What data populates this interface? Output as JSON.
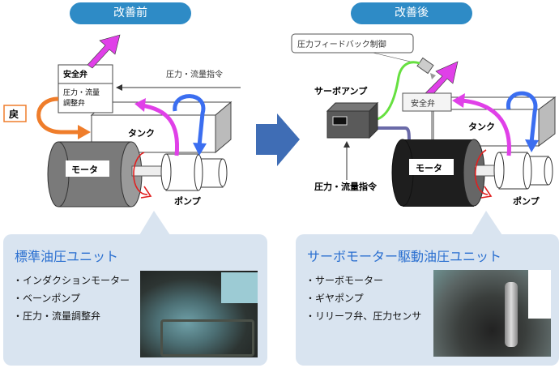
{
  "before": {
    "header": "改善前",
    "safety_valve": "安全弁",
    "regulator_line1": "圧力・流量",
    "regulator_line2": "調整弁",
    "command": "圧力・流量指令",
    "return_label": "戻",
    "tank": "タンク",
    "motor": "モータ",
    "pump": "ポンプ",
    "callout": {
      "title": "標準油圧ユニット",
      "items": [
        "・インダクションモーター",
        "・ベーンポンプ",
        "・圧力・流量調整弁"
      ]
    }
  },
  "after": {
    "header": "改善後",
    "feedback": "圧力フィードバック制御",
    "servo_amp": "サーボアンプ",
    "safety_valve": "安全弁",
    "command": "圧力・流量指令",
    "tank": "タンク",
    "motor": "モータ",
    "pump": "ポンプ",
    "callout": {
      "title": "サーボモーター駆動油圧ユニット",
      "items": [
        "・サーボモーター",
        "・ギヤポンプ",
        "・リリーフ弁、圧力センサ"
      ]
    }
  },
  "colors": {
    "header": "#2e8bc6",
    "arrow": "#3f6db5",
    "callout_bg": "#d9e4f0",
    "callout_title": "#2a6fd0",
    "return": "#ef7d2b",
    "flow_out": "#e040e8",
    "flow_in": "#3b6ef0",
    "rotation": "#e02020"
  }
}
